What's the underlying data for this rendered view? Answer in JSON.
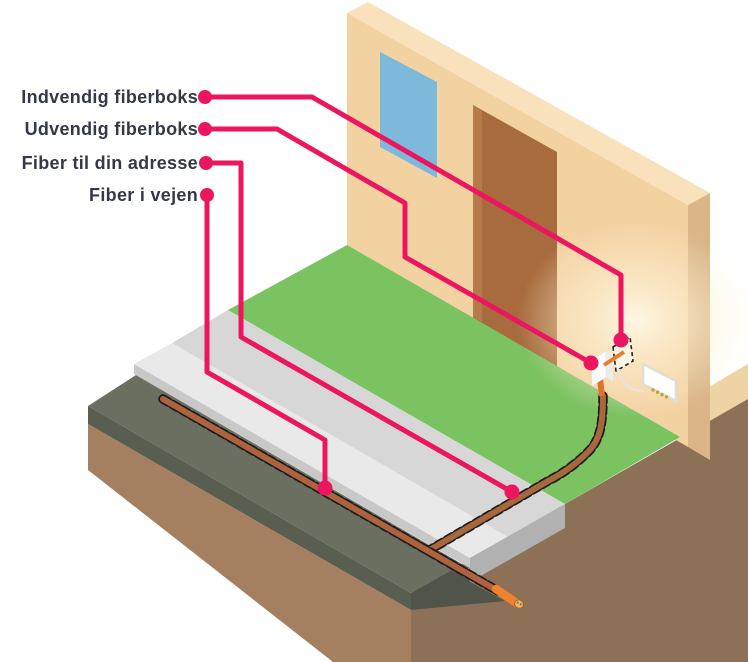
{
  "diagram_labels": [
    {
      "text": "Indvendig fiberboks"
    },
    {
      "text": "Udvendig fiberboks"
    },
    {
      "text": "Fiber til din adresse"
    },
    {
      "text": "Fiber i vejen"
    }
  ],
  "colors": {
    "accent_pink": "#ec1660",
    "label_text": "#343848",
    "wall_front": "#f3d2a2",
    "wall_top_edge": "#f9e2bb",
    "wall_side": "#d9b587",
    "window_blue": "#7cb9da",
    "door_brown": "#a76b3d",
    "lawn_green": "#7bc261",
    "sidewalk_gray": "#d7d7d7",
    "sidewalk_curb": "#e9e9e9",
    "road_gray": "#6b6f60",
    "soil_light": "#a48060",
    "soil_dark": "#8c7157",
    "cable_orange": "#e0732a",
    "cable_tip_orange": "#ef8130"
  }
}
